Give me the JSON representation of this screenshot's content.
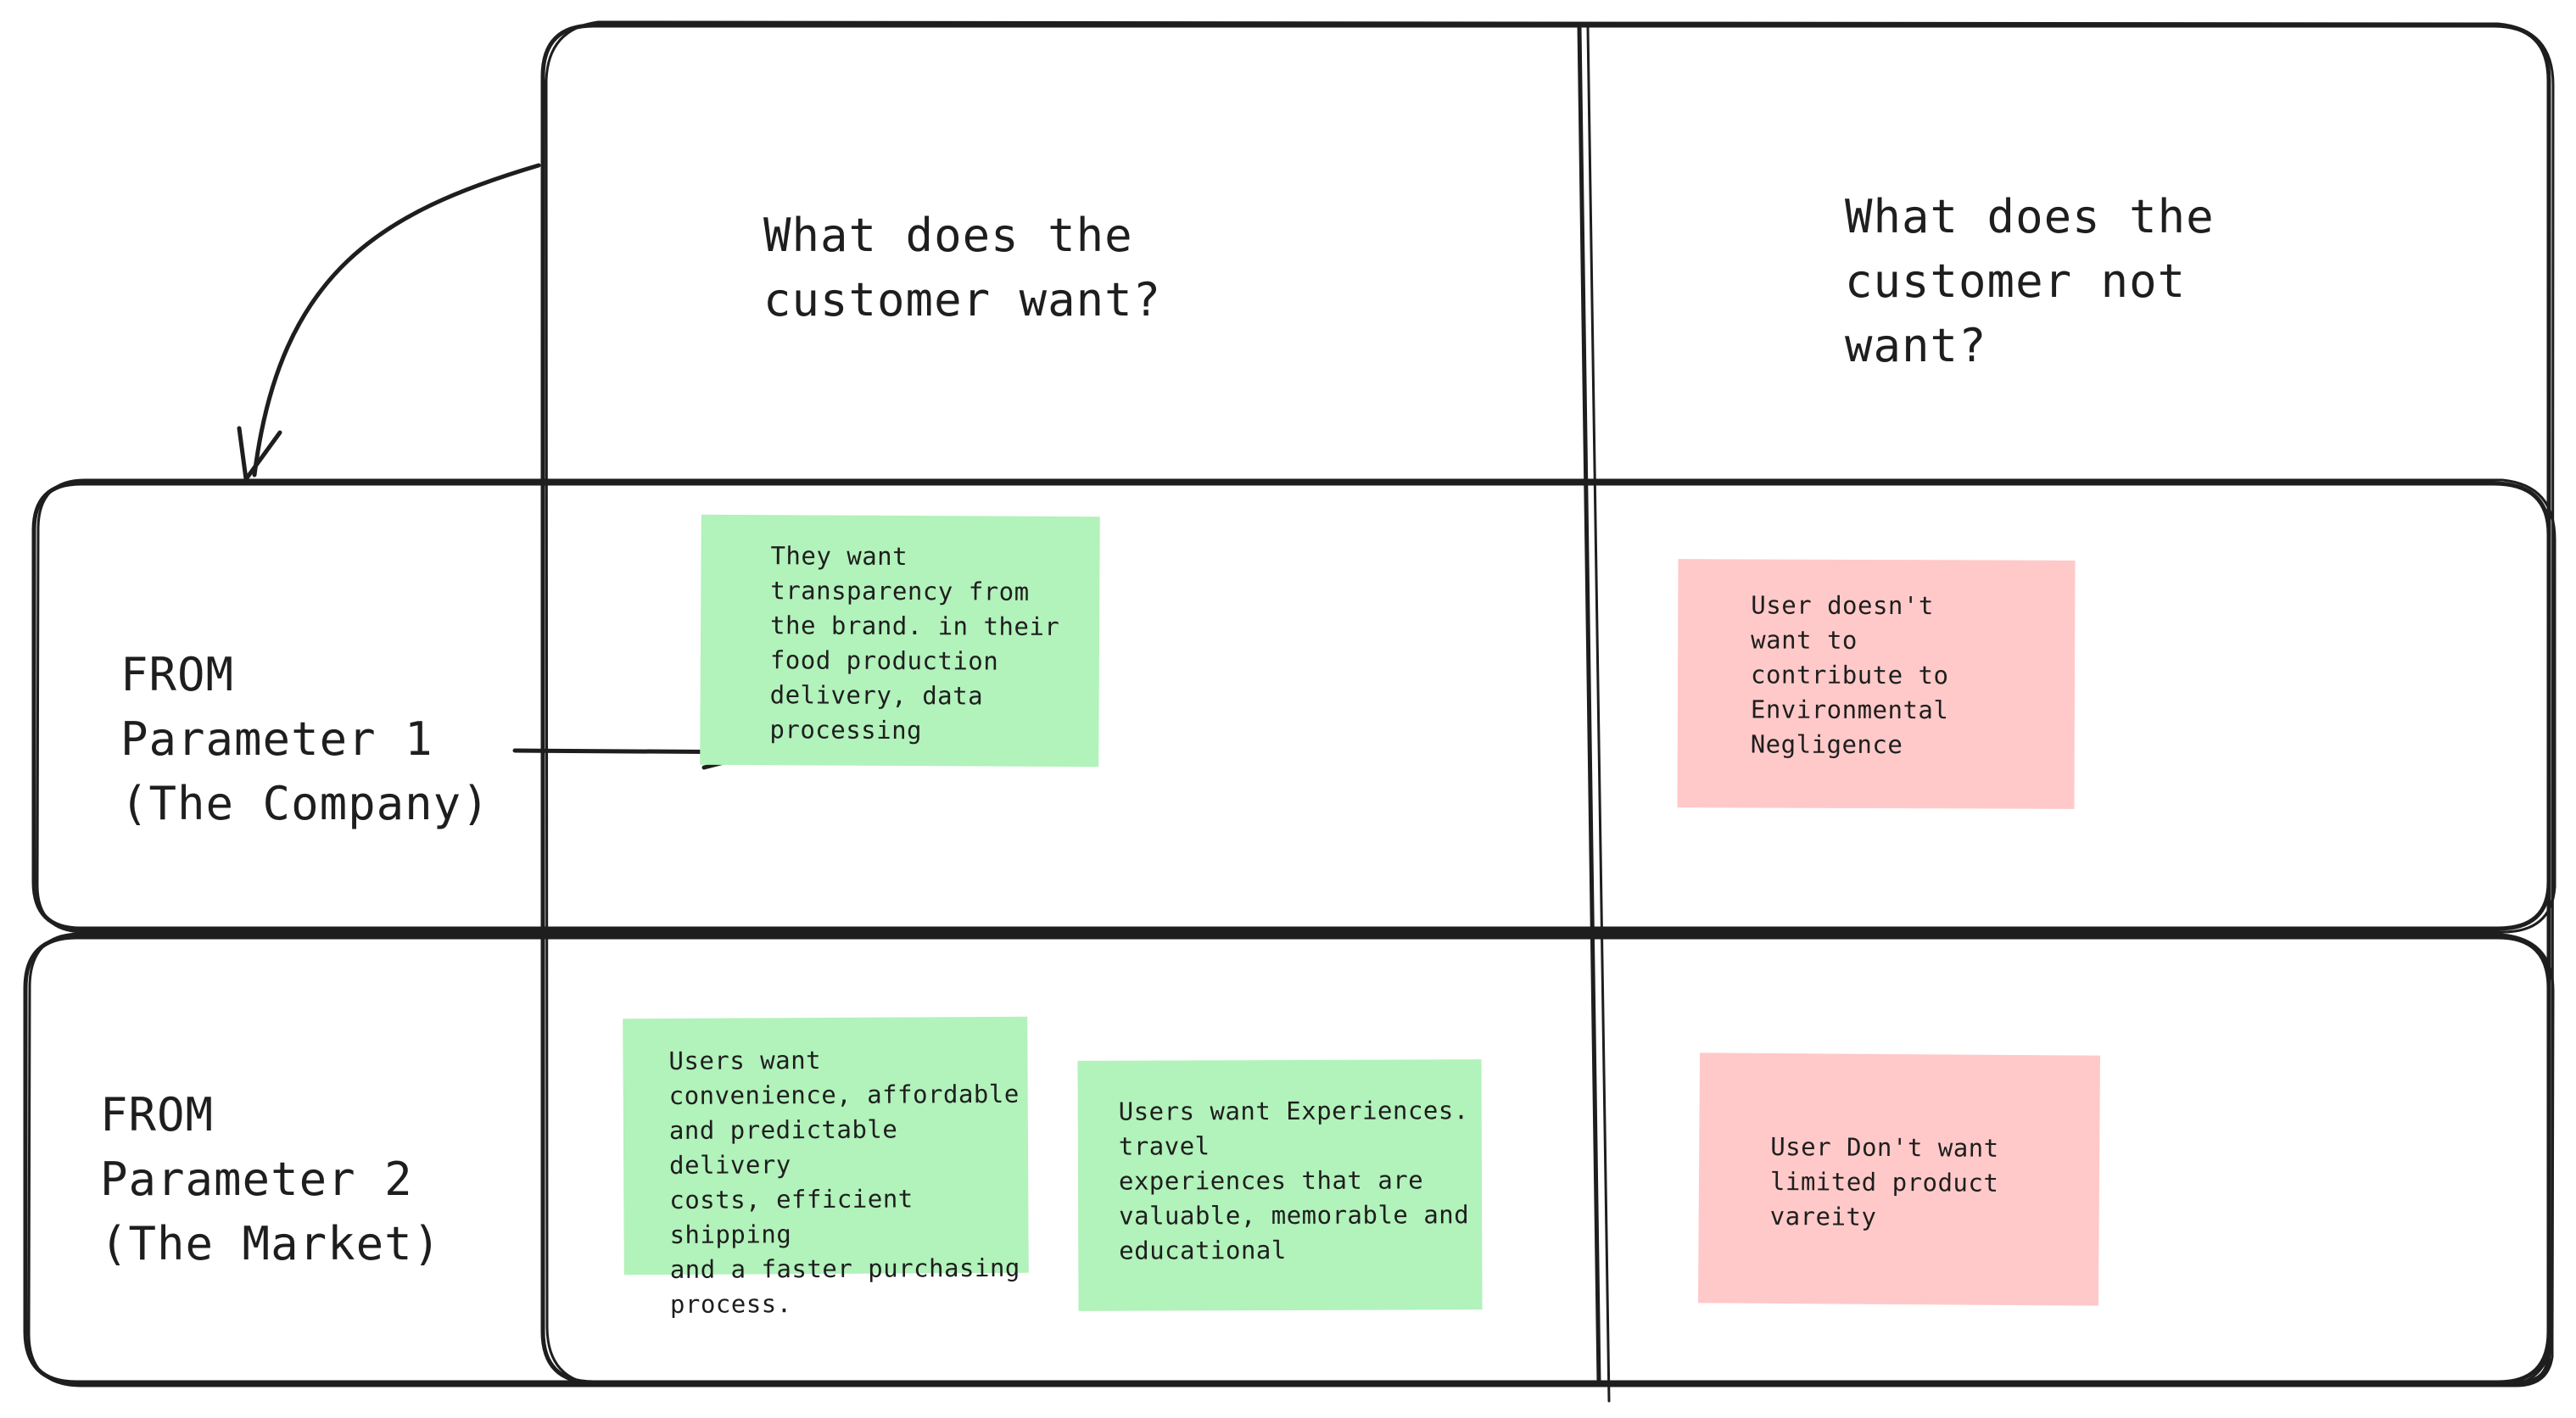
{
  "colors": {
    "stroke": "#1e1e1e",
    "green_note": "#b2f2bb",
    "red_note": "#ffc9c9",
    "background": "#ffffff"
  },
  "columns": {
    "want": "What does the\ncustomer want?",
    "not_want": "What does the\ncustomer not\nwant?"
  },
  "rows": {
    "company": "FROM\nParameter 1\n(The Company)",
    "market": "FROM\nParameter 2\n(The Market)"
  },
  "notes": {
    "company_want": "They want\ntransparency from\nthe brand. in their\nfood production\ndelivery, data\nprocessing",
    "company_not_want": "User doesn't\nwant to\ncontribute to\nEnvironmental\nNegligence",
    "market_want_1": "Users want\nconvenience, affordable\nand predictable delivery\ncosts, efficient shipping\nand a faster purchasing\nprocess.",
    "market_want_2": "Users want Experiences.\ntravel\nexperiences that are\nvaluable, memorable and\neducational",
    "market_not_want": "User Don't want\nlimited product\nvareity"
  }
}
